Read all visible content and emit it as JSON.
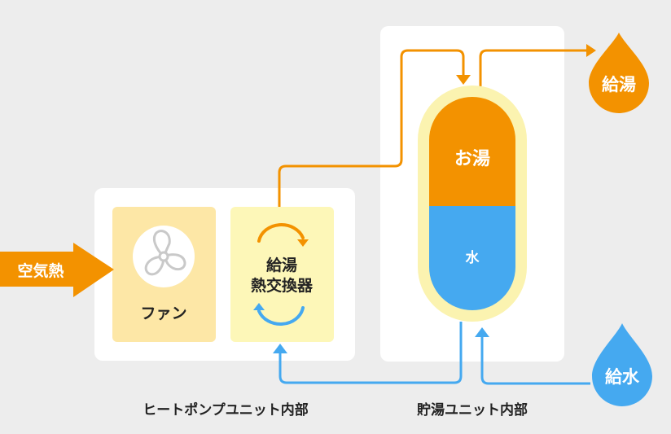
{
  "labels": {
    "air_heat": "空気熱",
    "fan": "ファン",
    "heat_exchanger_line1": "給湯",
    "heat_exchanger_line2": "熱交換器",
    "hot_water": "お湯",
    "water": "水",
    "hot_water_supply": "給湯",
    "water_supply": "給水",
    "heat_pump_unit": "ヒートポンプユニット内部",
    "storage_unit": "貯湯ユニット内部"
  },
  "icons": {
    "fan": "fan-icon",
    "circulation_top": "circular-arrow-clockwise-icon",
    "circulation_bottom": "circular-arrow-counterclockwise-icon",
    "hot_drop": "water-drop-icon",
    "cold_drop": "water-drop-icon"
  },
  "colors": {
    "background": "#ededed",
    "panel": "#ffffff",
    "orange": "#f39200",
    "blue": "#45a9f0",
    "fan_box": "#fde7a6",
    "exchanger_box": "#fdf7b8",
    "tank_outline": "#fbf3b0",
    "fan_icon": "#cfcfcf",
    "text_dark": "#222222",
    "text_light": "#ffffff"
  }
}
